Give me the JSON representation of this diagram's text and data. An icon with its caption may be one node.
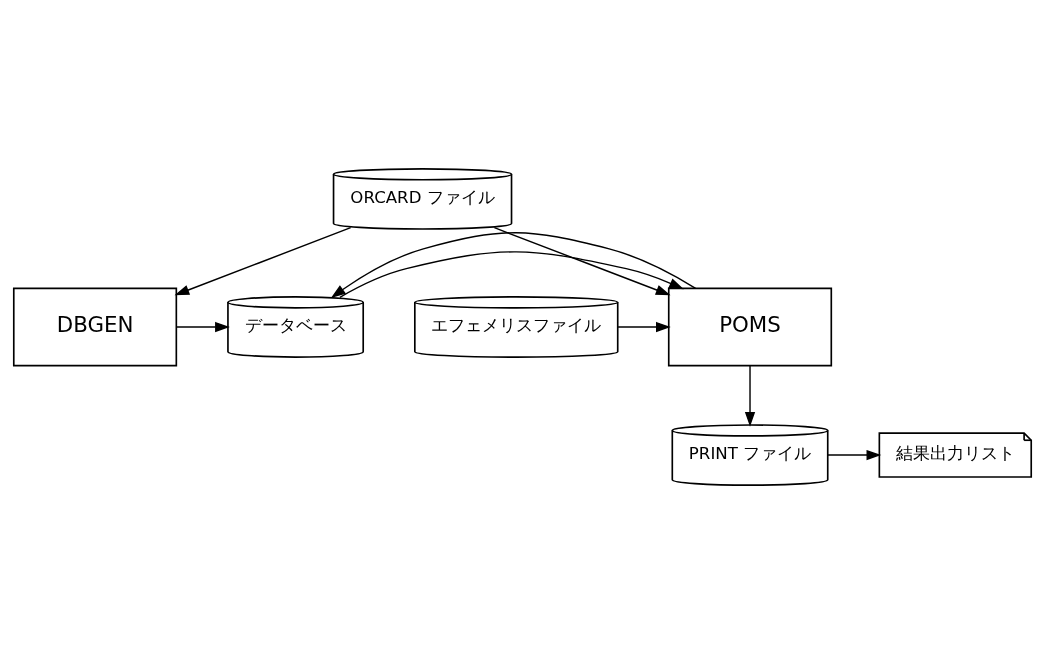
{
  "diagram": {
    "nodes": [
      {
        "text": [
          "ORCARD ファイル"
        ]
      },
      {
        "text": [
          "DBGEN"
        ]
      },
      {
        "text": [
          "データベース"
        ]
      },
      {
        "text": [
          "POMS"
        ]
      },
      {
        "text": [
          "エフェメリスファイル"
        ]
      },
      {
        "text": [
          "PRINT ファイル"
        ]
      },
      {
        "text": [
          "結果出力リスト"
        ]
      }
    ],
    "edges": [
      {
        "from": 0,
        "to": 1,
        "arrow": "to"
      },
      {
        "from": 0,
        "to": 3,
        "arrow": "to"
      },
      {
        "from": 1,
        "to": 2,
        "arrow": "to"
      },
      {
        "from": 2,
        "to": 3,
        "arrow": "to"
      },
      {
        "from": 3,
        "to": 2,
        "arrow": "to"
      },
      {
        "from": 4,
        "to": 3,
        "arrow": "to"
      },
      {
        "from": 3,
        "to": 5,
        "arrow": "to"
      },
      {
        "from": 5,
        "to": 6,
        "arrow": "to"
      }
    ]
  }
}
